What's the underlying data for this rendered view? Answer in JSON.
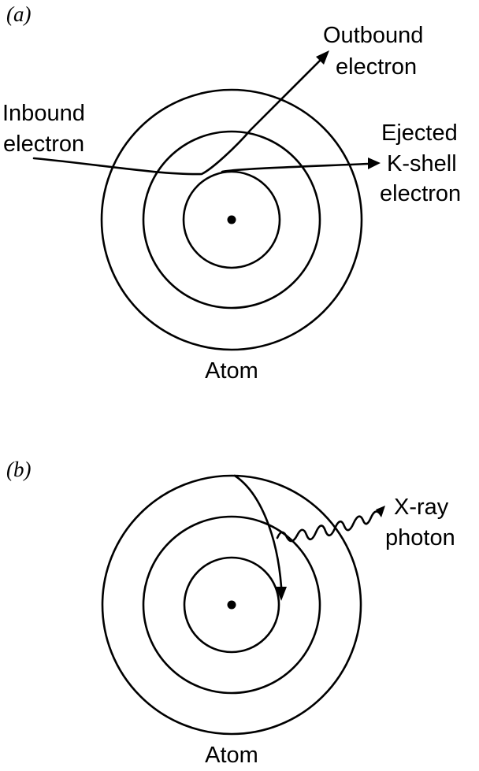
{
  "panel_a": {
    "tag": "(a)",
    "labels": {
      "outbound_line1": "Outbound",
      "outbound_line2": "electron",
      "inbound_line1": "Inbound",
      "inbound_line2": "electron",
      "ejected_line1": "Ejected",
      "ejected_line2": "K-shell",
      "ejected_line3": "electron",
      "atom": "Atom"
    }
  },
  "panel_b": {
    "tag": "(b)",
    "labels": {
      "xray_line1": "X-ray",
      "xray_line2": "photon",
      "atom": "Atom"
    }
  }
}
